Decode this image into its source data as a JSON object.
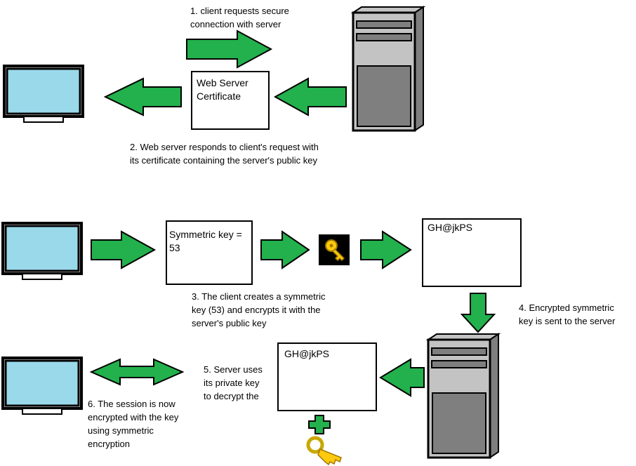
{
  "step1": "1. client requests secure\nconnection with server",
  "step2": "2. Web server responds to client's request with\nits certificate containing the server's public key",
  "step3": "3. The client creates a symmetric\nkey (53) and encrypts it with the\nserver's public key",
  "step4": "4. Encrypted symmetric\nkey is sent to the server",
  "step5": "5. Server uses\nits private key\nto decrypt the",
  "step6": "6. The session is now\nencrypted with the key\nusing symmetric\nencryption",
  "certificate_box": "Web Server\nCertificate",
  "symmetric_key_box": "Symmetric key =\n53",
  "encrypted_box_1": "GH@jkPS",
  "encrypted_box_2": "GH@jkPS",
  "colors": {
    "arrow": "#22b14c",
    "monitor_screen": "#99d9ea",
    "server_body": "#c3c3c3",
    "server_panel": "#7f7f7f",
    "key_gold": "#ffc90e"
  }
}
